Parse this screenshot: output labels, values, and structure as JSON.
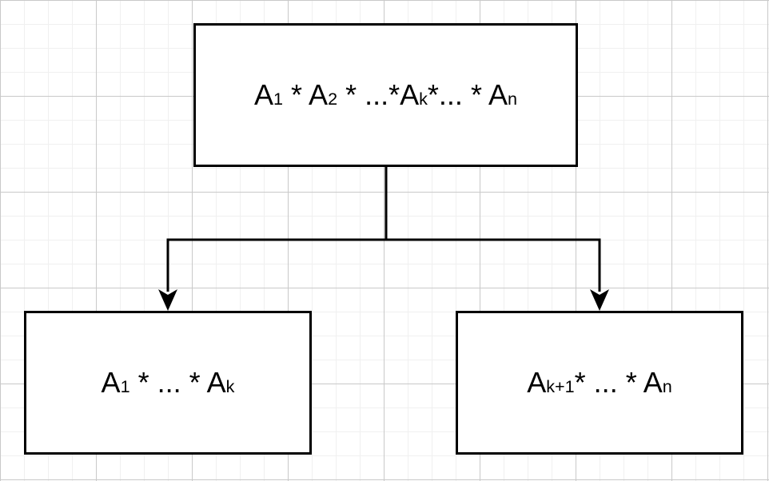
{
  "diagram": {
    "type": "flowchart",
    "colors": {
      "canvas_background": "#ffffff",
      "grid_minor": "#f0f0f0",
      "grid_major": "#c9c9c9",
      "node_fill": "#ffffff",
      "stroke": "#000000",
      "text": "#000000"
    },
    "nodes": [
      {
        "id": "product-full",
        "label": "A1 * A2 * ...*Ak*... * An",
        "segments": [
          {
            "text": "A",
            "sub": false
          },
          {
            "text": "1",
            "sub": true
          },
          {
            "text": " * A",
            "sub": false
          },
          {
            "text": "2",
            "sub": true
          },
          {
            "text": " * ...*A",
            "sub": false
          },
          {
            "text": "k",
            "sub": true
          },
          {
            "text": "*... * A",
            "sub": false
          },
          {
            "text": "n",
            "sub": true
          }
        ]
      },
      {
        "id": "product-left-half",
        "label": "A1 * ... * Ak",
        "segments": [
          {
            "text": "A",
            "sub": false
          },
          {
            "text": "1",
            "sub": true
          },
          {
            "text": " * ... * A",
            "sub": false
          },
          {
            "text": "k",
            "sub": true
          }
        ]
      },
      {
        "id": "product-right-half",
        "label": "Ak+1* ... * An",
        "segments": [
          {
            "text": "A",
            "sub": false
          },
          {
            "text": "k+1",
            "sub": true
          },
          {
            "text": "* ... * A",
            "sub": false
          },
          {
            "text": "n",
            "sub": true
          }
        ]
      }
    ],
    "edges": [
      {
        "id": "edge-product-to-left",
        "from": "product-full",
        "to": "product-left-half",
        "arrow": "filled-triangle-down"
      },
      {
        "id": "edge-product-to-right",
        "from": "product-full",
        "to": "product-right-half",
        "arrow": "filled-triangle-down"
      }
    ]
  }
}
